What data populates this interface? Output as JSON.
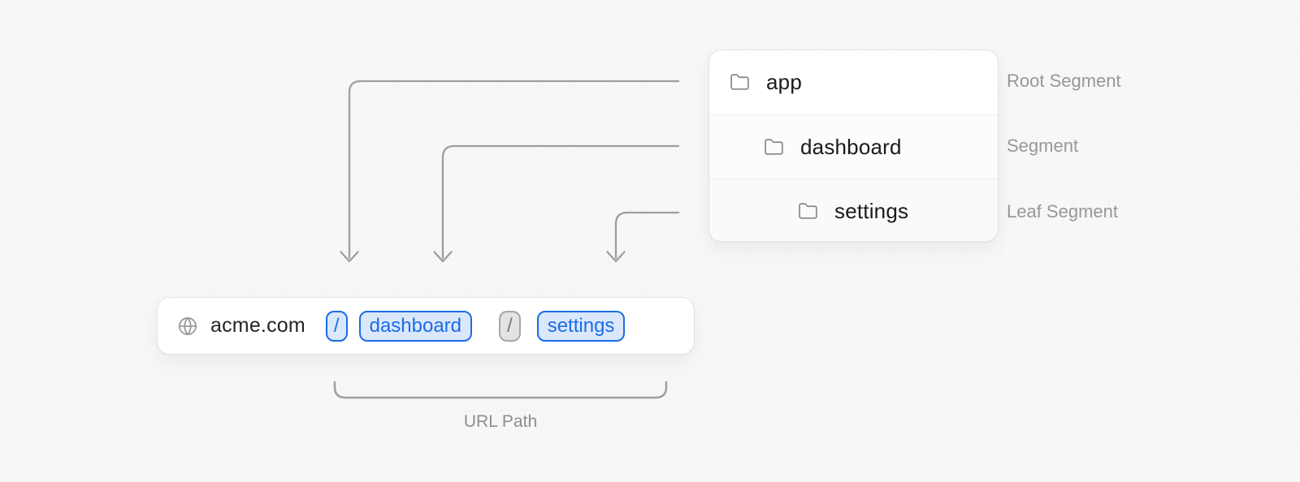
{
  "diagram": {
    "file_tree": {
      "rows": [
        {
          "label": "app",
          "depth": 0,
          "annotation": "Root Segment"
        },
        {
          "label": "dashboard",
          "depth": 1,
          "annotation": "Segment"
        },
        {
          "label": "settings",
          "depth": 2,
          "annotation": "Leaf Segment"
        }
      ]
    },
    "url_bar": {
      "domain": "acme.com",
      "segments": [
        {
          "text": "/",
          "variant": "highlight-blue"
        },
        {
          "text": "dashboard",
          "variant": "highlight-blue"
        },
        {
          "text": "/",
          "variant": "muted-gray"
        },
        {
          "text": "settings",
          "variant": "highlight-blue"
        }
      ]
    },
    "caption": "URL Path",
    "colors": {
      "accent_blue": "#1a6ce8",
      "accent_blue_bg": "#dbe8fb",
      "muted_gray_border": "#a6a6a9",
      "muted_gray_bg": "#e3e3e5",
      "muted_gray_text": "#76767b",
      "connector_gray": "#9e9ea3",
      "panel_bg": "#ffffff",
      "canvas_bg": "#f7f7f8"
    }
  }
}
